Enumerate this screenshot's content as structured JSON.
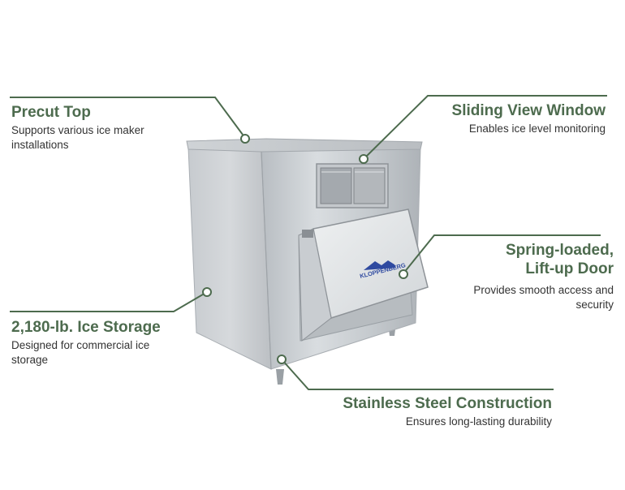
{
  "accent_color": "#4d6b4e",
  "text_color": "#333333",
  "logo_text": "KLOPPENBERG",
  "callouts": {
    "precut_top": {
      "title": "Precut Top",
      "desc_line1": "Supports various ice maker",
      "desc_line2": "installations"
    },
    "sliding_window": {
      "title": "Sliding View Window",
      "desc_line1": "Enables ice level monitoring"
    },
    "lift_door": {
      "title_line1": "Spring-loaded,",
      "title_line2": "Lift-up Door",
      "desc_line1": "Provides smooth access and",
      "desc_line2": "security"
    },
    "ice_storage": {
      "title": "2,180-lb. Ice Storage",
      "desc_line1": "Designed for commercial ice",
      "desc_line2": "storage"
    },
    "stainless": {
      "title": "Stainless Steel Construction",
      "desc_line1": "Ensures long-lasting durability"
    }
  }
}
